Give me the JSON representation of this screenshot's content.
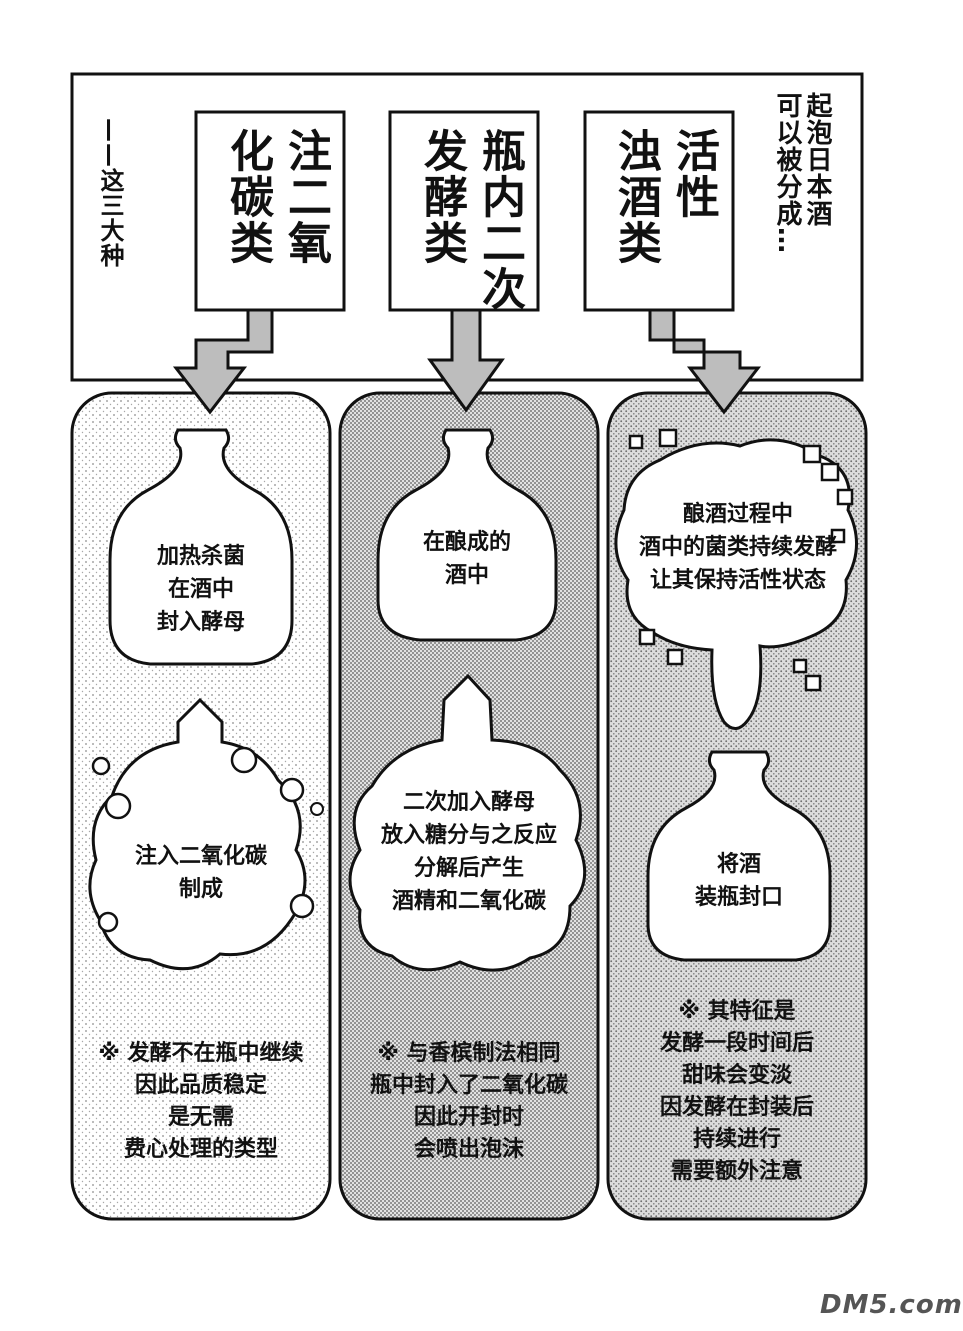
{
  "intro_text": "起泡日本酒\n可以被分成…",
  "outro_text": "——这三大种",
  "categories": [
    {
      "label": "活性\n浊酒类"
    },
    {
      "label": "瓶内二次\n发酵类"
    },
    {
      "label": "注二氧\n化碳类"
    }
  ],
  "columns": [
    {
      "step1": "加热杀菌\n在酒中\n封入酵母",
      "step2": "注入二氧化碳\n制成",
      "note": "※ 发酵不在瓶中继续\n因此品质稳定\n是无需\n费心处理的类型"
    },
    {
      "step1": "在酿成的\n酒中",
      "step2": "二次加入酵母\n放入糖分与之反应\n分解后产生\n酒精和二氧化碳",
      "note": "※ 与香槟制法相同\n瓶中封入了二氧化碳\n因此开封时\n会喷出泡沫"
    },
    {
      "step1": "酿酒过程中\n酒中的菌类持续发酵\n让其保持活性状态",
      "step2": "将酒\n装瓶封口",
      "note": "※ 其特征是\n发酵一段时间后\n甜味会变淡\n因发酵在封装后\n持续进行\n需要额外注意"
    }
  ],
  "watermark": "DM5.com",
  "colors": {
    "ink": "#111111",
    "dot_light": "#9a9a9a",
    "dot_mid": "#6e6e6e",
    "dot_dark": "#4a4a4a"
  }
}
